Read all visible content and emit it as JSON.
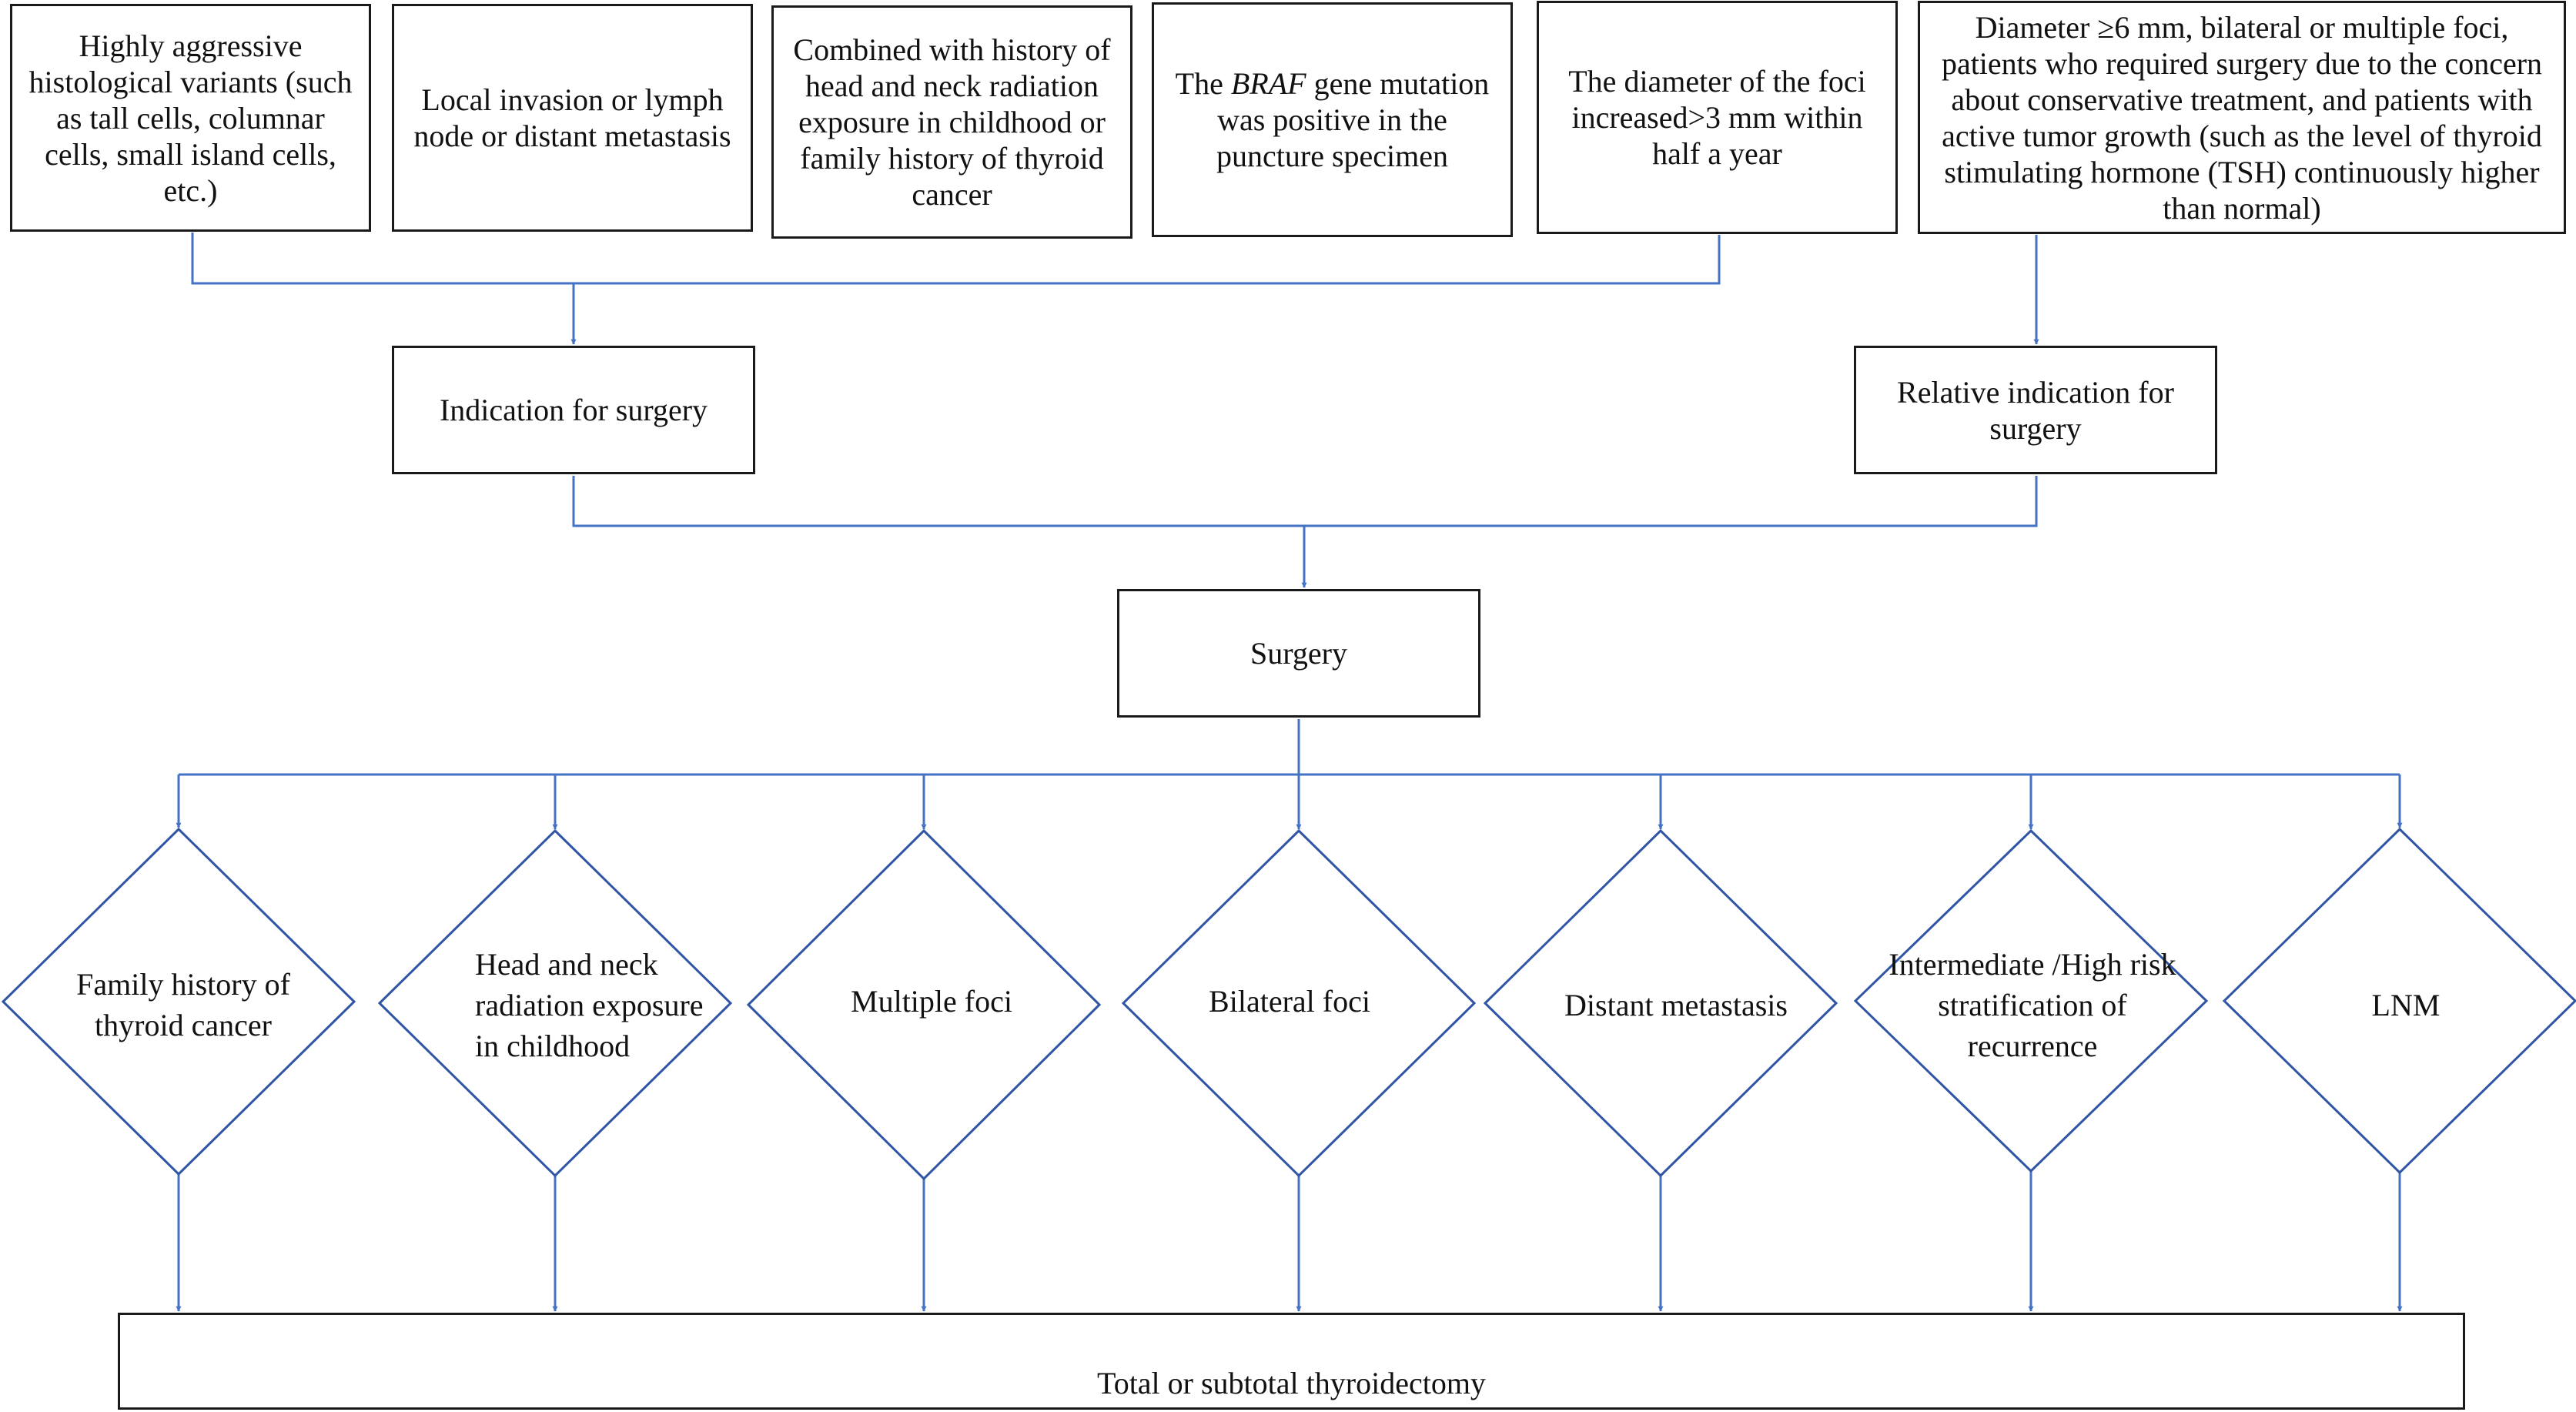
{
  "colors": {
    "connector": "#4472c4",
    "box_border": "#1a1a1a",
    "diamond_border": "#2f55a4",
    "text": "#111111"
  },
  "top_boxes": [
    {
      "text": "Highly aggressive histological variants (such as tall cells, columnar cells, small island cells, etc.)"
    },
    {
      "text": "Local invasion or lymph node or distant metastasis"
    },
    {
      "text": "Combined with history of head and neck radiation exposure in childhood or family history of thyroid cancer"
    },
    {
      "pre": "The ",
      "em": "BRAF",
      "post": " gene mutation was positive in the puncture specimen"
    },
    {
      "text": "The diameter of the foci increased>3 mm within half a year"
    },
    {
      "text": "Diameter ≥6 mm, bilateral or multiple foci, patients who required surgery due to the concern about conservative treatment, and patients with active tumor growth (such as the level of thyroid stimulating hormone (TSH) continuously higher than normal)"
    }
  ],
  "indication": {
    "text": "Indication for surgery"
  },
  "relative_indication": {
    "text": "Relative indication for surgery"
  },
  "surgery": {
    "text": "Surgery"
  },
  "diamonds": [
    {
      "text": "Family history of thyroid cancer"
    },
    {
      "text": "Head and neck radiation exposure in childhood"
    },
    {
      "text": "Multiple foci"
    },
    {
      "text": "Bilateral foci"
    },
    {
      "text": "Distant metastasis"
    },
    {
      "text": "Intermediate /High risk stratification of recurrence"
    },
    {
      "text": "LNM"
    }
  ],
  "outcome": {
    "text": "Total or subtotal thyroidectomy"
  }
}
